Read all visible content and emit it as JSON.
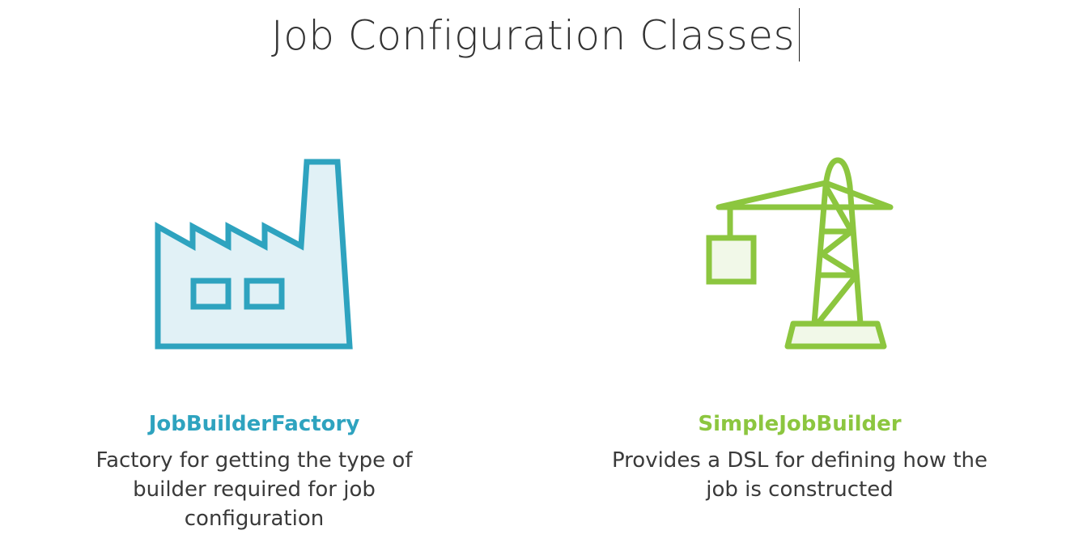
{
  "slide": {
    "title": "Job Configuration Classes"
  },
  "items": [
    {
      "icon": "factory-icon",
      "heading": "JobBuilderFactory",
      "desc_line1": "Factory for getting the type of",
      "desc_line2": "builder required for job",
      "desc_line3": "configuration",
      "accent": "#2ea3bf",
      "fill": "#e1f1f6"
    },
    {
      "icon": "crane-icon",
      "heading": "SimpleJobBuilder",
      "desc_line1": "Provides a DSL for defining how the",
      "desc_line2": "job is constructed",
      "accent": "#8cc63f",
      "fill": "#f1f8e8"
    }
  ]
}
